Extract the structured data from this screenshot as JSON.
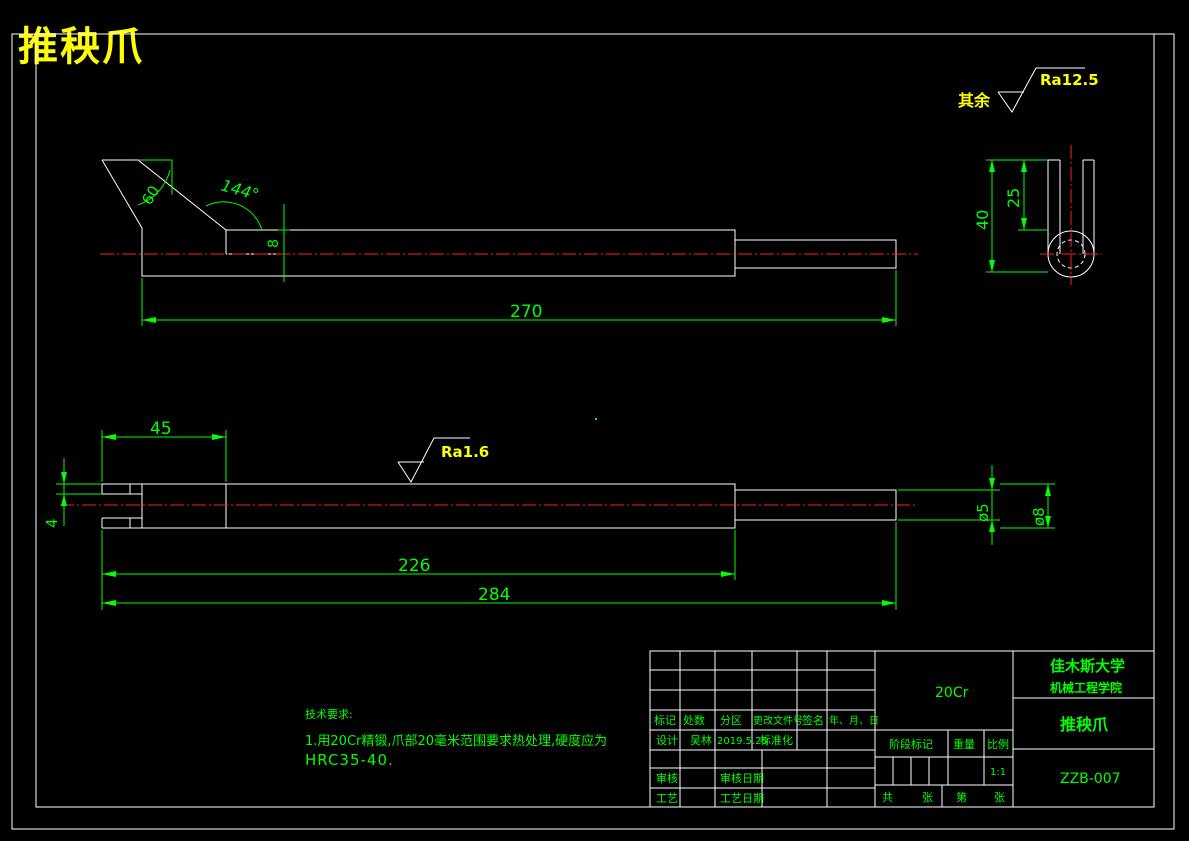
{
  "title": "推秧爪",
  "surface_finish": {
    "rest_label": "其余",
    "rest_value": "Ra12.5",
    "local_value": "Ra1.6"
  },
  "dimensions": {
    "angle_60": "60",
    "angle_144": "144°",
    "d8_front": "8",
    "len_270": "270",
    "side_25": "25",
    "side_40": "40",
    "len_45": "45",
    "len_226": "226",
    "len_284": "284",
    "h_4": "4",
    "dia_5": "ø5",
    "dia_8": "ø8"
  },
  "tech_requirements": {
    "heading": "技术要求:",
    "line1": "1.用20Cr精锻,爪部20毫米范围要求热处理,硬度应为",
    "line2": "HRC35-40."
  },
  "title_block": {
    "material": "20Cr",
    "school": "佳木斯大学",
    "college": "机械工程学院",
    "part_name": "推秧爪",
    "drawing_no": "ZZB-007",
    "scale": "1:1",
    "row_labels": [
      "标记",
      "处数",
      "分区",
      "更改文件号",
      "签名",
      "年、月、日"
    ],
    "design_label": "设计",
    "designer": "吴林",
    "date": "2019.5.25",
    "standardize": "标准化",
    "review_label": "审核",
    "review_date_label": "审核日期",
    "craft_label": "工艺",
    "craft_date_label": "工艺日期",
    "stage_label": "阶段标记",
    "weight_label": "重量",
    "scale_label": "比例",
    "total_label": "共",
    "sheet_label": "张",
    "page_label": "第",
    "sheet_label2": "张"
  }
}
